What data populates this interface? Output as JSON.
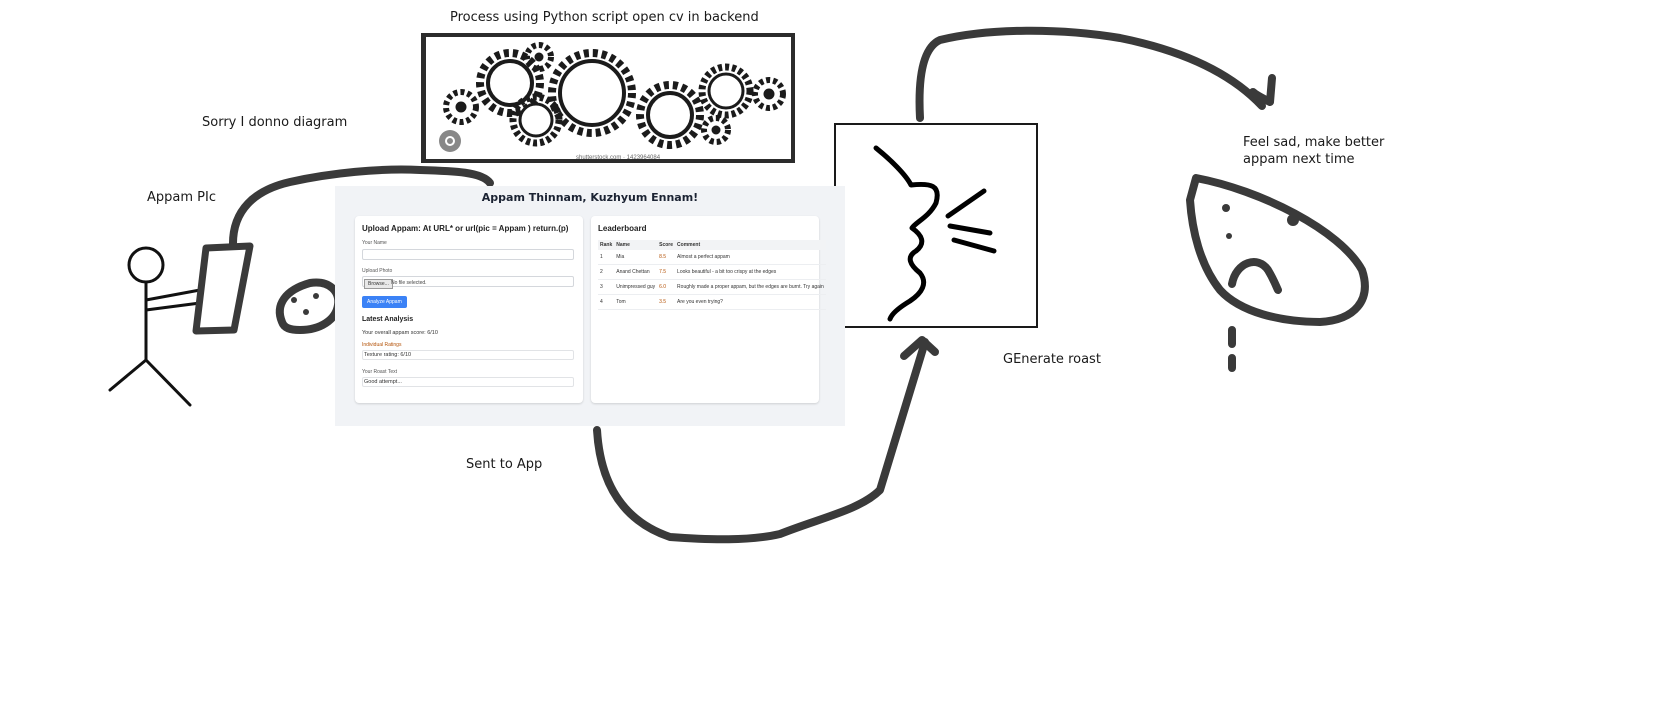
{
  "labels": {
    "gears_caption": "Process using Python script open cv in backend",
    "apology": "Sorry  I donno diagram",
    "photo": "Appam PIc",
    "roast": "GEnerate roast",
    "sad": "Feel sad, make better appam next time",
    "sent": "Sent to App"
  },
  "gears_image": {
    "watermark": "shutterstock.com · 1423964084"
  },
  "app": {
    "title": "Appam Thinnam, Kuzhyum Ennam!",
    "upload": {
      "title": "Upload Appam: At URL* or url(pic = Appam ) return.(p)",
      "name_label": "Your Name",
      "photo_label": "Upload Photo",
      "choose_label": "Browse...",
      "no_file": "No file selected.",
      "analyze_label": "Analyze Appam",
      "result_heading": "Latest Analysis",
      "score_text": "Your overall appam score: 6/10",
      "aspects_label": "Individual Ratings",
      "aspects_value": "Texture rating: 6/10",
      "roast_label": "Your Roast Text",
      "roast_value": "Good attempt..."
    },
    "leaderboard": {
      "title": "Leaderboard",
      "columns": [
        "Rank",
        "Name",
        "Score",
        "Comment"
      ],
      "rows": [
        [
          "1",
          "Mia",
          "8.5",
          "Almost a perfect appam"
        ],
        [
          "2",
          "Anand Chettan",
          "7.5",
          "Looks beautiful - a bit too crispy at the edges"
        ],
        [
          "3",
          "Unimpressed guy",
          "6.0",
          "Roughly made a proper appam, but the edges are burnt. Try again"
        ],
        [
          "4",
          "Tom",
          "3.5",
          "Are you even trying?"
        ]
      ]
    }
  }
}
